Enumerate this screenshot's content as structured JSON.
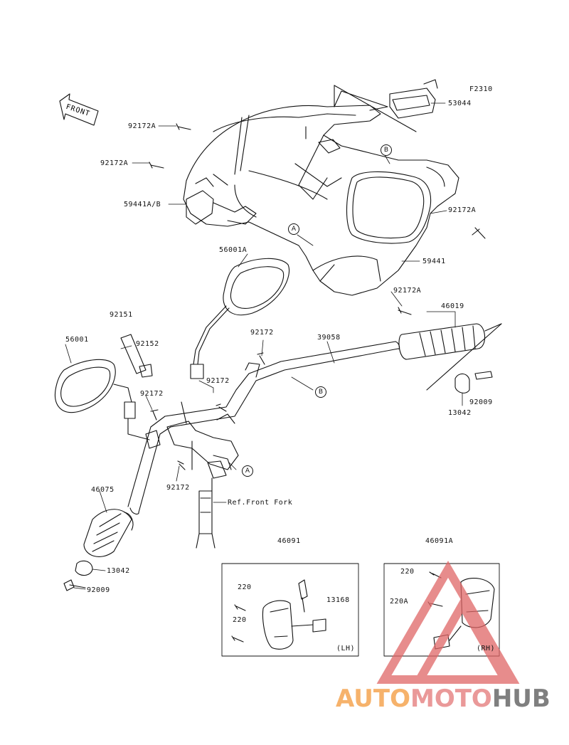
{
  "diagram": {
    "code": "F2310",
    "front_label": "FRONT",
    "ref_note": "Ref.Front Fork",
    "callouts": {
      "p53044": "53044",
      "p92172A_1": "92172A",
      "p92172A_2": "92172A",
      "p92172A_3": "92172A",
      "p92172A_4": "92172A",
      "p59441AB": "59441A/B",
      "p59441": "59441",
      "p56001A": "56001A",
      "p92151": "92151",
      "p56001": "56001",
      "p92152": "92152",
      "p92172_1": "92172",
      "p92172_2": "92172",
      "p92172_3": "92172",
      "p92172_4": "92172",
      "p39058": "39058",
      "p46019": "46019",
      "p92009_r": "92009",
      "p13042_r": "13042",
      "p46075": "46075",
      "p13042_l": "13042",
      "p92009_l": "92009",
      "p46091": "46091",
      "p46091A": "46091A",
      "p220_1": "220",
      "p220_2": "220",
      "p220_3": "220",
      "p220A": "220A",
      "p13168": "13168",
      "lh": "(LH)",
      "rh": "(RH)"
    },
    "markers": {
      "a1": "A",
      "a2": "A",
      "b1": "B",
      "b2": "B"
    }
  },
  "watermark": {
    "part1": "AUTO",
    "part2": "MOTO",
    "part3": "HUB",
    "colors": {
      "part1": "#f6b26b",
      "part2": "#ea9999",
      "part3": "#7f7f7f",
      "logo": "#e06666"
    }
  }
}
